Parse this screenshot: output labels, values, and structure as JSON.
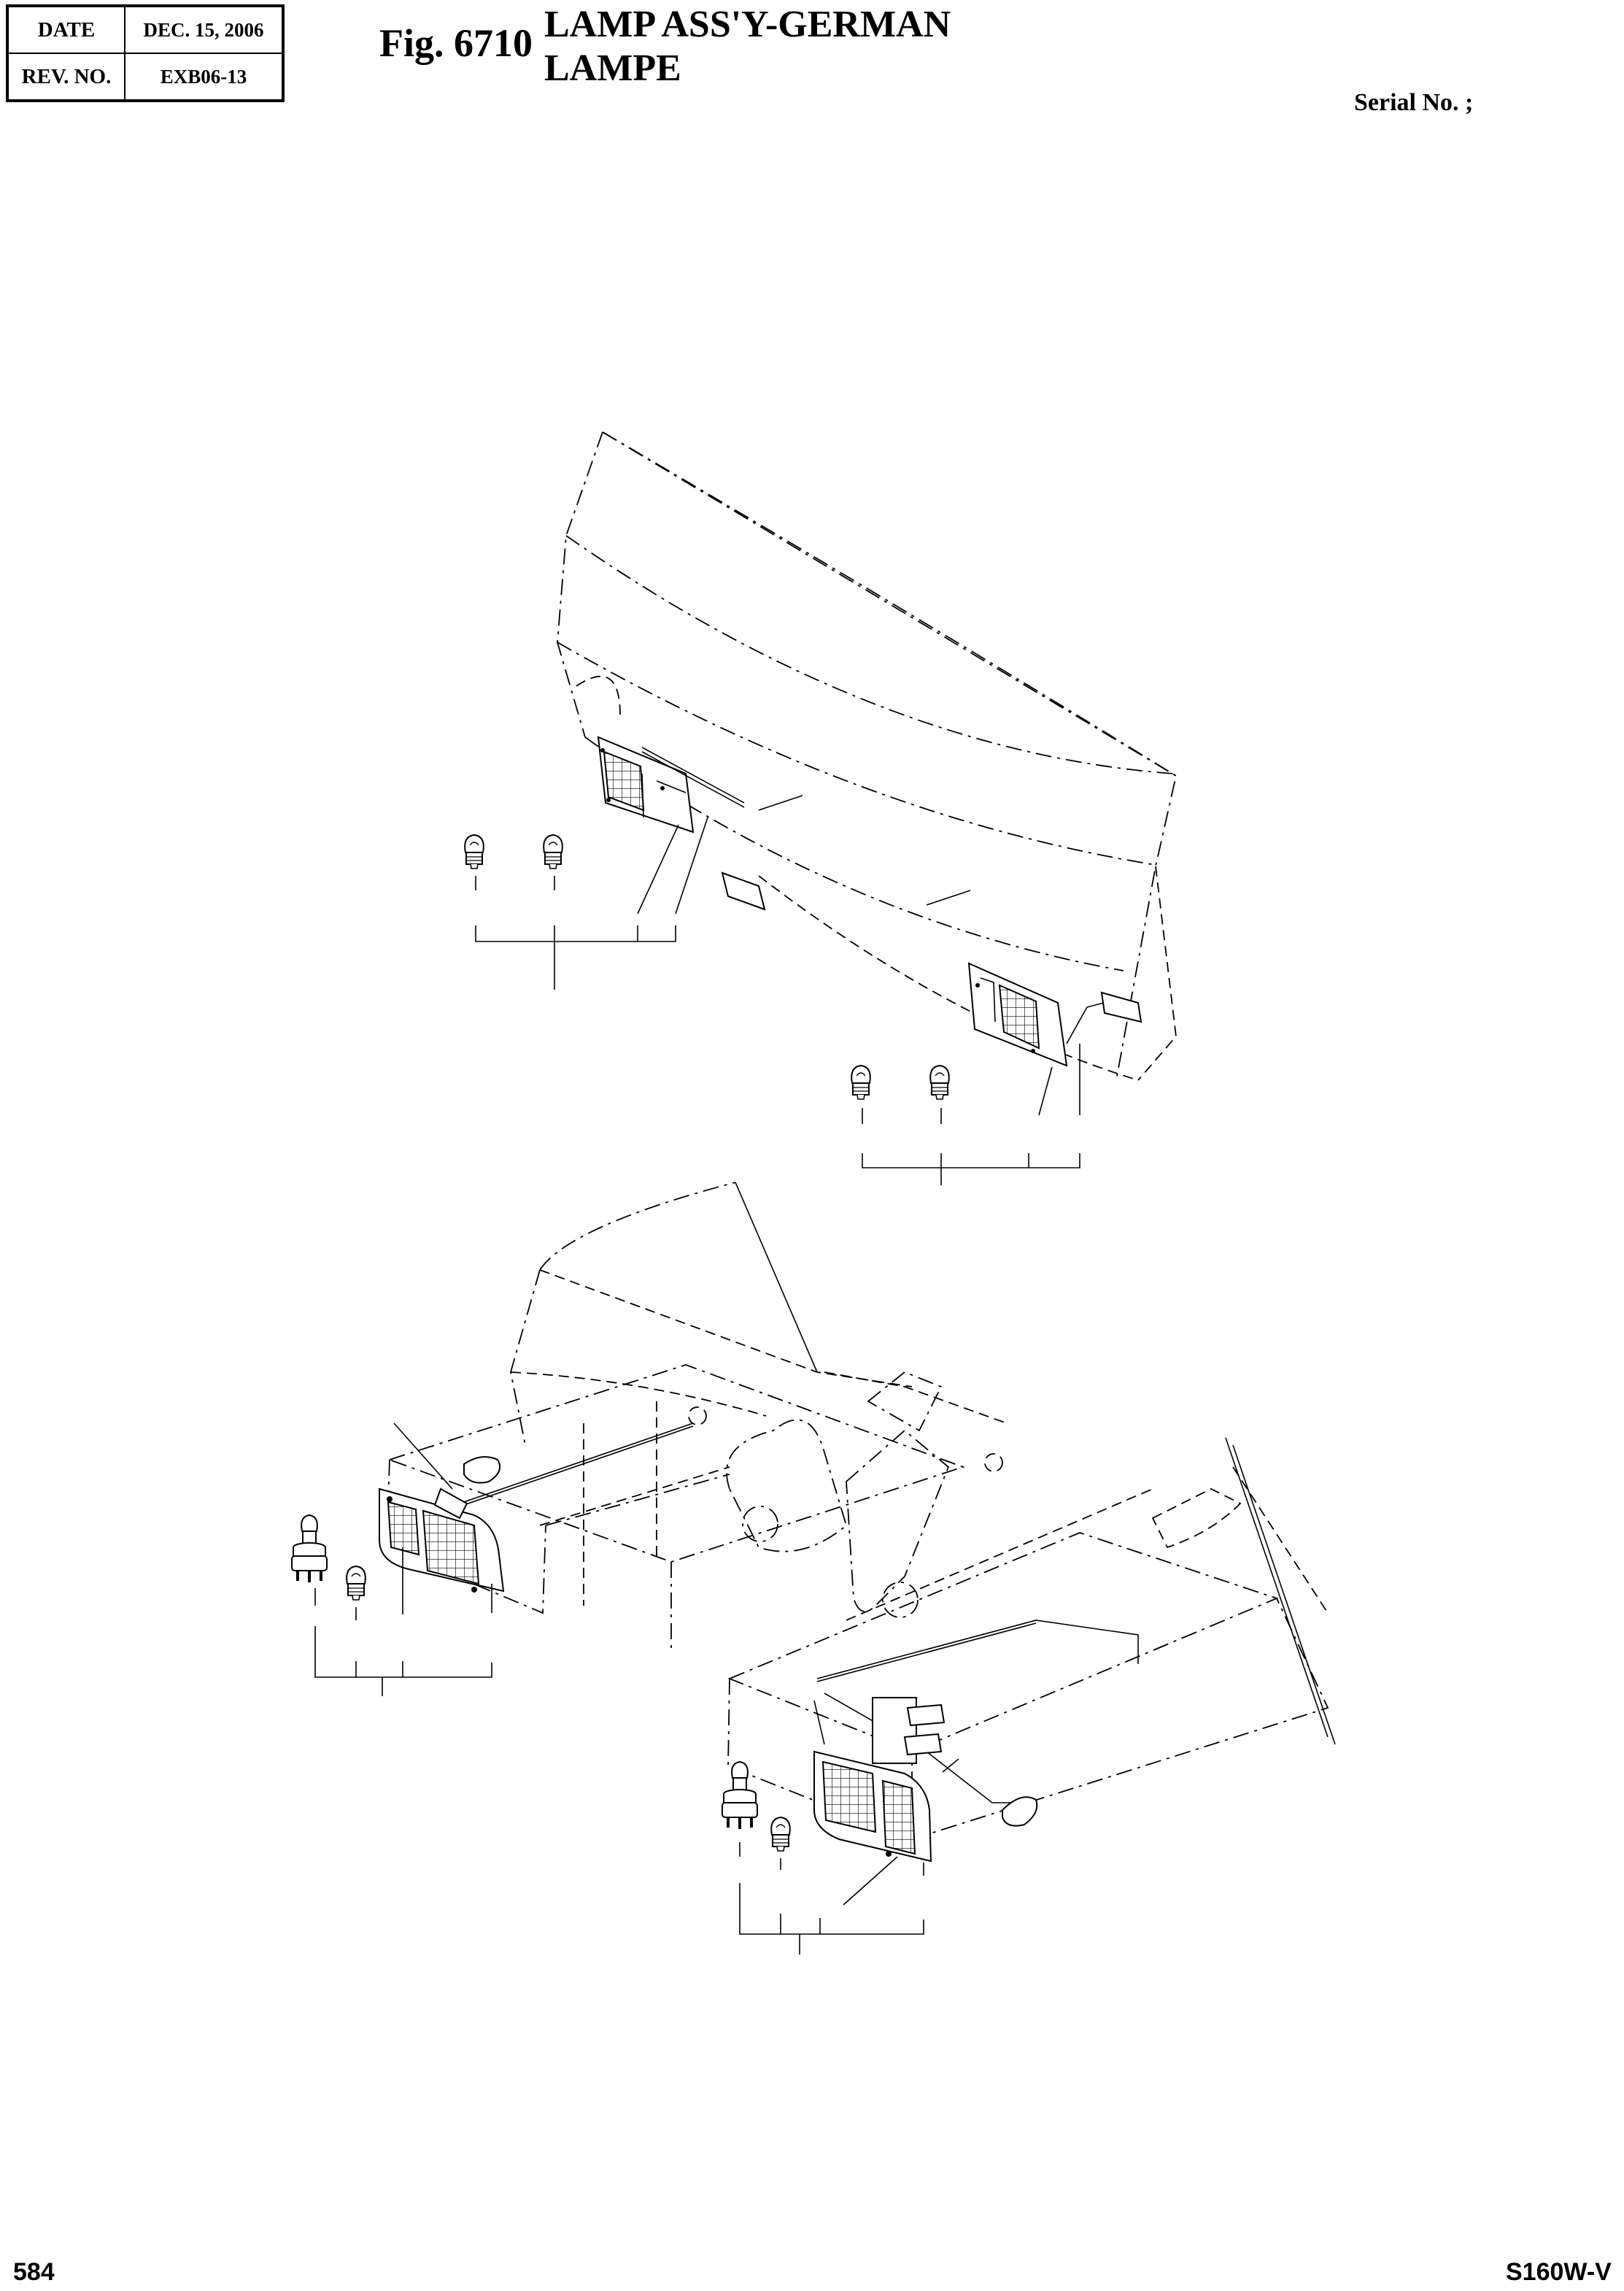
{
  "revision_box": {
    "date_label": "DATE",
    "date_value": "DEC. 15, 2006",
    "rev_label": "REV. NO.",
    "rev_value": "EXB06-13"
  },
  "figure": {
    "number": "Fig. 6710",
    "title_line1": "LAMP ASS'Y-GERMAN",
    "title_line2": "LAMPE"
  },
  "serial_label": "Serial No. ;",
  "footer": {
    "page_number": "584",
    "model": "S160W-V"
  },
  "views": {
    "rear": {
      "part": "rear-combination-lamps"
    },
    "front": {
      "part": "front-work-lamps"
    }
  }
}
